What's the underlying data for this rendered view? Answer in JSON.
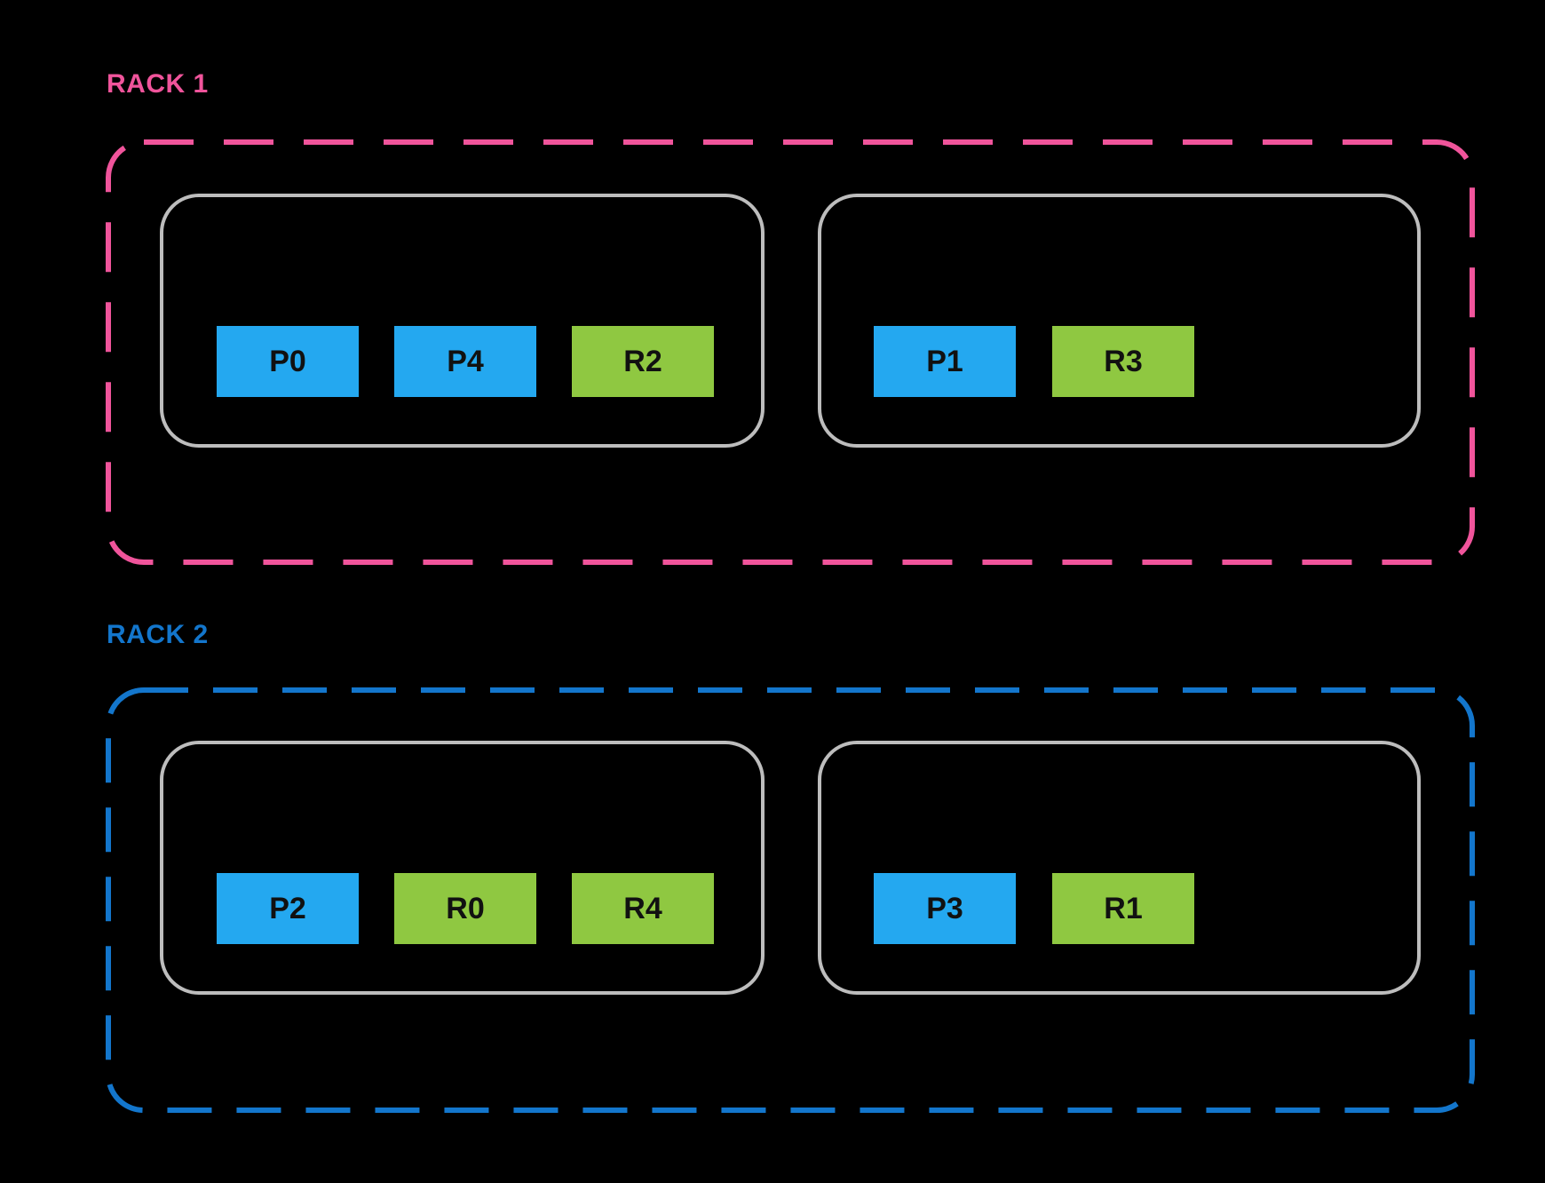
{
  "colors": {
    "background": "#000000",
    "rack1_accent": "#F0549B",
    "rack2_accent": "#1376CC",
    "processor_blue": "#24A8F0",
    "replica_green": "#8FC841",
    "node_border_gray": "#BDBDBD",
    "chip_text": "#111111"
  },
  "racks": [
    {
      "label": "RACK 1",
      "nodes": [
        {
          "chips": [
            {
              "label": "P0",
              "type": "processor"
            },
            {
              "label": "P4",
              "type": "processor"
            },
            {
              "label": "R2",
              "type": "replica"
            }
          ]
        },
        {
          "chips": [
            {
              "label": "P1",
              "type": "processor"
            },
            {
              "label": "R3",
              "type": "replica"
            }
          ]
        }
      ]
    },
    {
      "label": "RACK 2",
      "nodes": [
        {
          "chips": [
            {
              "label": "P2",
              "type": "processor"
            },
            {
              "label": "R0",
              "type": "replica"
            },
            {
              "label": "R4",
              "type": "replica"
            }
          ]
        },
        {
          "chips": [
            {
              "label": "P3",
              "type": "processor"
            },
            {
              "label": "R1",
              "type": "replica"
            }
          ]
        }
      ]
    }
  ]
}
